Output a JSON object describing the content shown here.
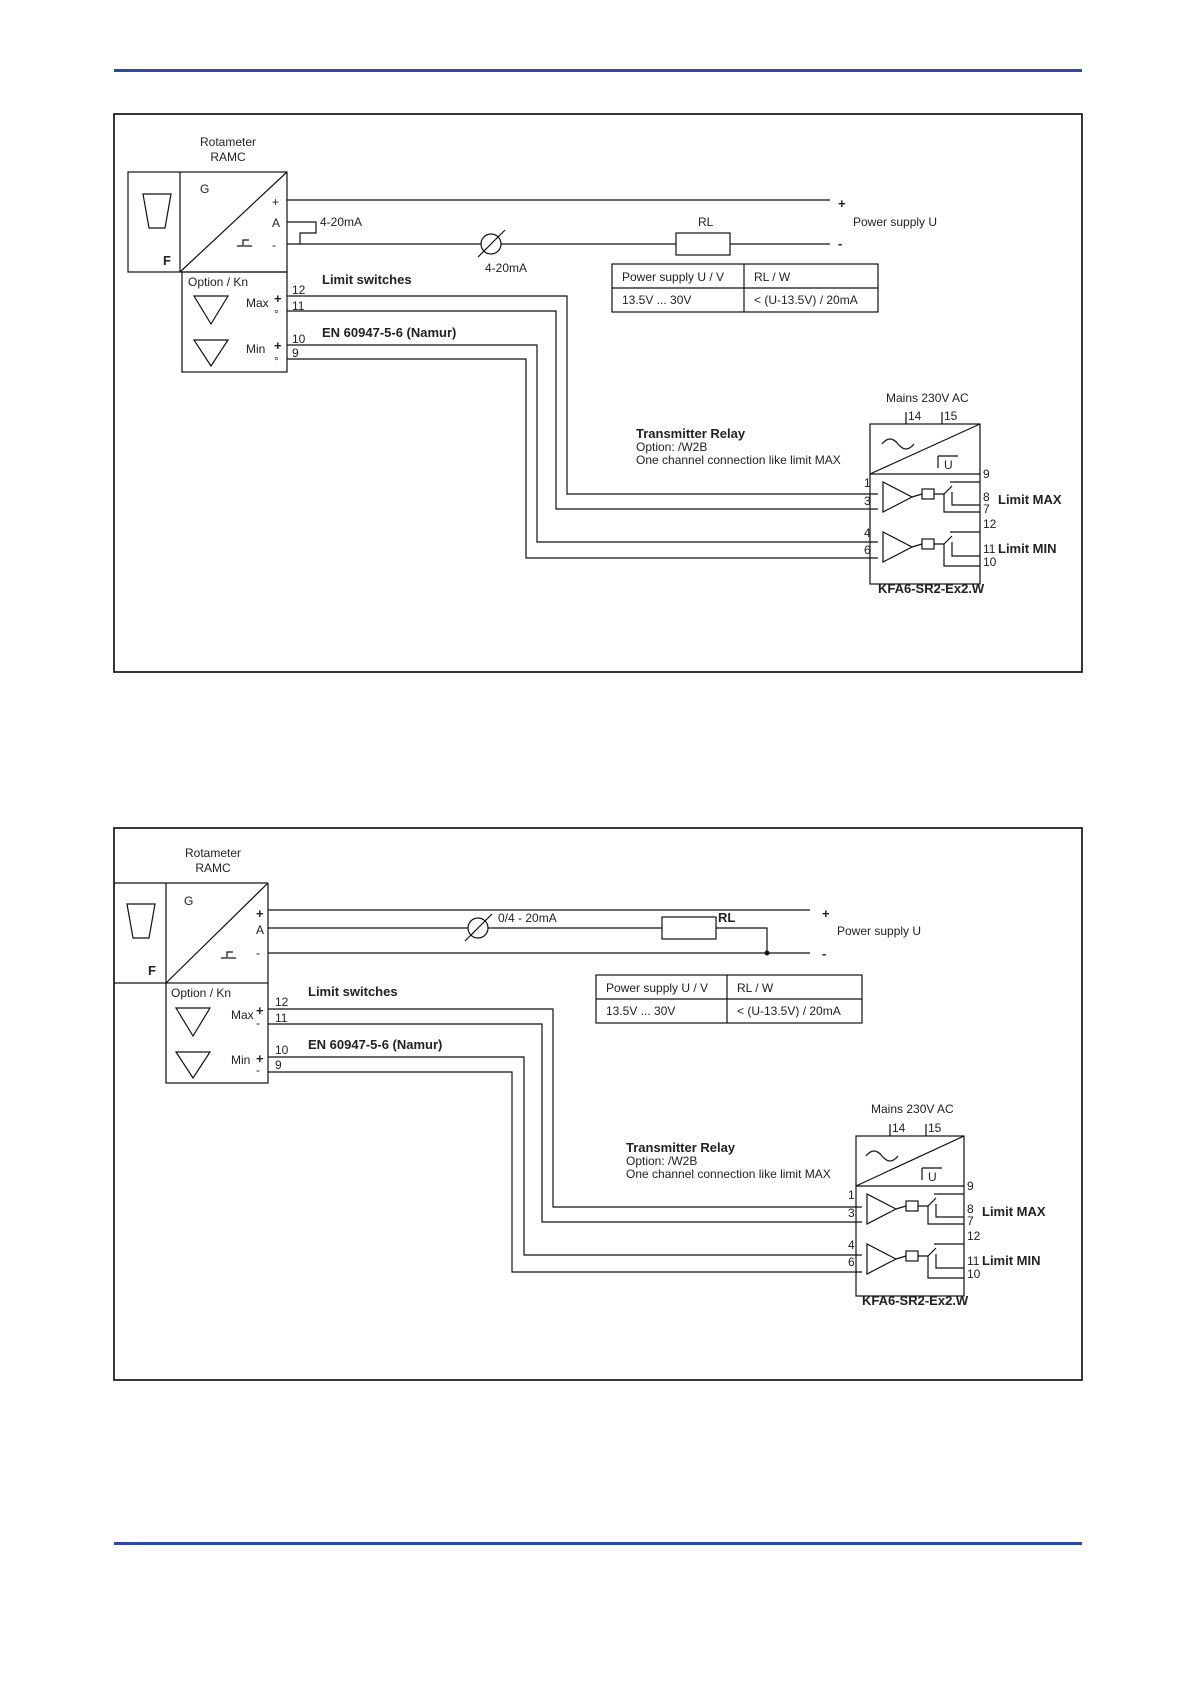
{
  "colors": {
    "rule": "#2b4c9c",
    "line": "#111111"
  },
  "diagrams": [
    {
      "device_title": "Rotameter",
      "device_model": "RAMC",
      "label_g": "G",
      "label_f": "F",
      "terminal_plus": "+",
      "terminal_a": "A",
      "terminal_minus": "-",
      "signal_label": "4-20mA",
      "meter_label": "4-20mA",
      "rl_label": "RL",
      "supply_plus": "+",
      "supply_minus": "-",
      "supply_label": "Power supply U",
      "table": {
        "h1": "Power supply U / V",
        "h2": "RL / W",
        "c1": "13.5V ... 30V",
        "c2": "< (U-13.5V) / 20mA"
      },
      "option_label": "Option / Kn",
      "limit_switches": "Limit switches",
      "standard": "EN 60947-5-6 (Namur)",
      "max_label": "Max",
      "min_label": "Min",
      "max_sign_top": "+",
      "max_sign_bot": "°",
      "min_sign_top": "+",
      "min_sign_bot": "°",
      "t12": "12",
      "t11": "11",
      "t10": "10",
      "t9": "9",
      "mains": "Mains 230V AC",
      "r14": "14",
      "r15": "15",
      "relay_title": "Transmitter Relay",
      "relay_option": "Option:  /W2B",
      "relay_note": "One channel connection like limit MAX",
      "r1": "1",
      "r3": "3",
      "r4": "4",
      "r6": "6",
      "r9": "9",
      "r8": "8",
      "r7": "7",
      "r12": "12",
      "r11": "11",
      "r10": "10",
      "limit_max": "Limit MAX",
      "limit_min": "Limit MIN",
      "relay_model": "KFA6-SR2-Ex2.W",
      "u_symbol": "U"
    },
    {
      "device_title": "Rotameter",
      "device_model": "RAMC",
      "label_g": "G",
      "label_f": "F",
      "terminal_plus": "+",
      "terminal_a": "A",
      "terminal_minus": "-",
      "meter_label": "0/4 - 20mA",
      "rl_label": "RL",
      "supply_plus": "+",
      "supply_minus": "-",
      "supply_label": "Power supply U",
      "table": {
        "h1": "Power supply U / V",
        "h2": "RL / W",
        "c1": "13.5V ... 30V",
        "c2": "< (U-13.5V) / 20mA"
      },
      "option_label": "Option / Kn",
      "limit_switches": "Limit switches",
      "standard": "EN 60947-5-6 (Namur)",
      "max_label": "Max",
      "min_label": "Min",
      "max_sign_top": "+",
      "max_sign_bot": "-",
      "min_sign_top": "+",
      "min_sign_bot": "-",
      "t12": "12",
      "t11": "11",
      "t10": "10",
      "t9": "9",
      "mains": "Mains 230V AC",
      "r14": "14",
      "r15": "15",
      "relay_title": "Transmitter Relay",
      "relay_option": "Option:  /W2B",
      "relay_note": "One channel connection like limit MAX",
      "r1": "1",
      "r3": "3",
      "r4": "4",
      "r6": "6",
      "r9": "9",
      "r8": "8",
      "r7": "7",
      "r12": "12",
      "r11": "11",
      "r10": "10",
      "limit_max": "Limit MAX",
      "limit_min": "Limit MIN",
      "relay_model": "KFA6-SR2-Ex2.W",
      "u_symbol": "U"
    }
  ]
}
